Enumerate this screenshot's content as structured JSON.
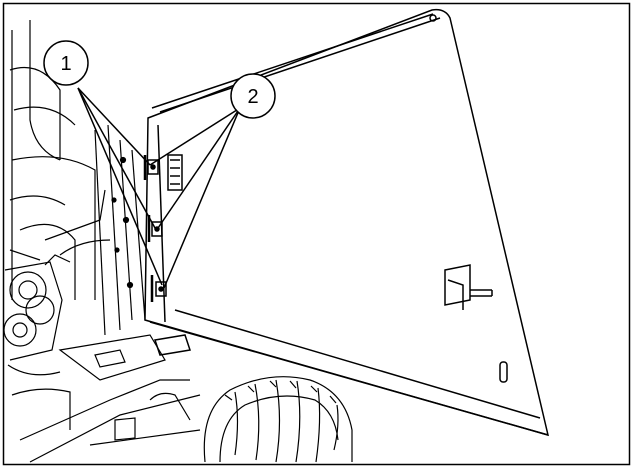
{
  "figure": {
    "callouts": [
      {
        "id": "callout-1",
        "label": "1"
      },
      {
        "id": "callout-2",
        "label": "2"
      }
    ]
  }
}
